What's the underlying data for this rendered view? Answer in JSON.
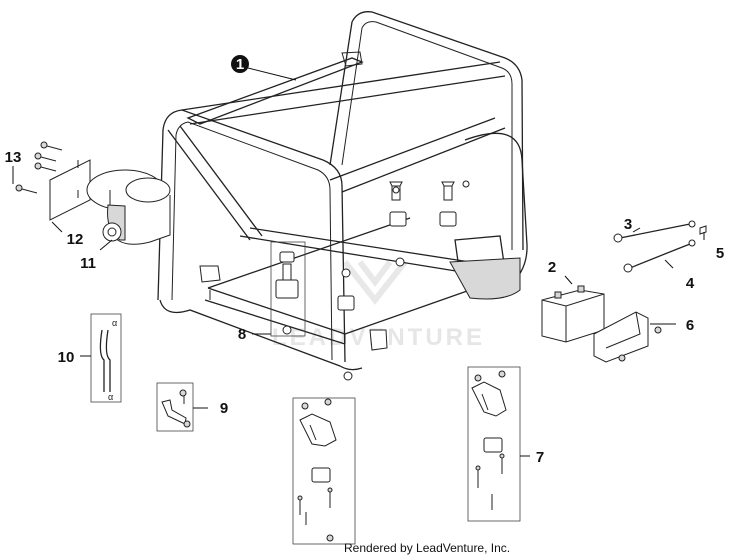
{
  "diagram": {
    "callouts": [
      {
        "id": "c1",
        "label": "1"
      },
      {
        "id": "c2",
        "label": "2"
      },
      {
        "id": "c3",
        "label": "3"
      },
      {
        "id": "c4",
        "label": "4"
      },
      {
        "id": "c5",
        "label": "5"
      },
      {
        "id": "c6",
        "label": "6"
      },
      {
        "id": "c7",
        "label": "7"
      },
      {
        "id": "c8",
        "label": "8"
      },
      {
        "id": "c9",
        "label": "9"
      },
      {
        "id": "c10",
        "label": "10"
      },
      {
        "id": "c11",
        "label": "11"
      },
      {
        "id": "c12",
        "label": "12"
      },
      {
        "id": "c13",
        "label": "13"
      }
    ],
    "hose_marks": [
      "α",
      "α"
    ]
  },
  "watermark": {
    "text": "LEADVENTURE"
  },
  "footer": {
    "text": "Rendered by LeadVenture, Inc."
  }
}
